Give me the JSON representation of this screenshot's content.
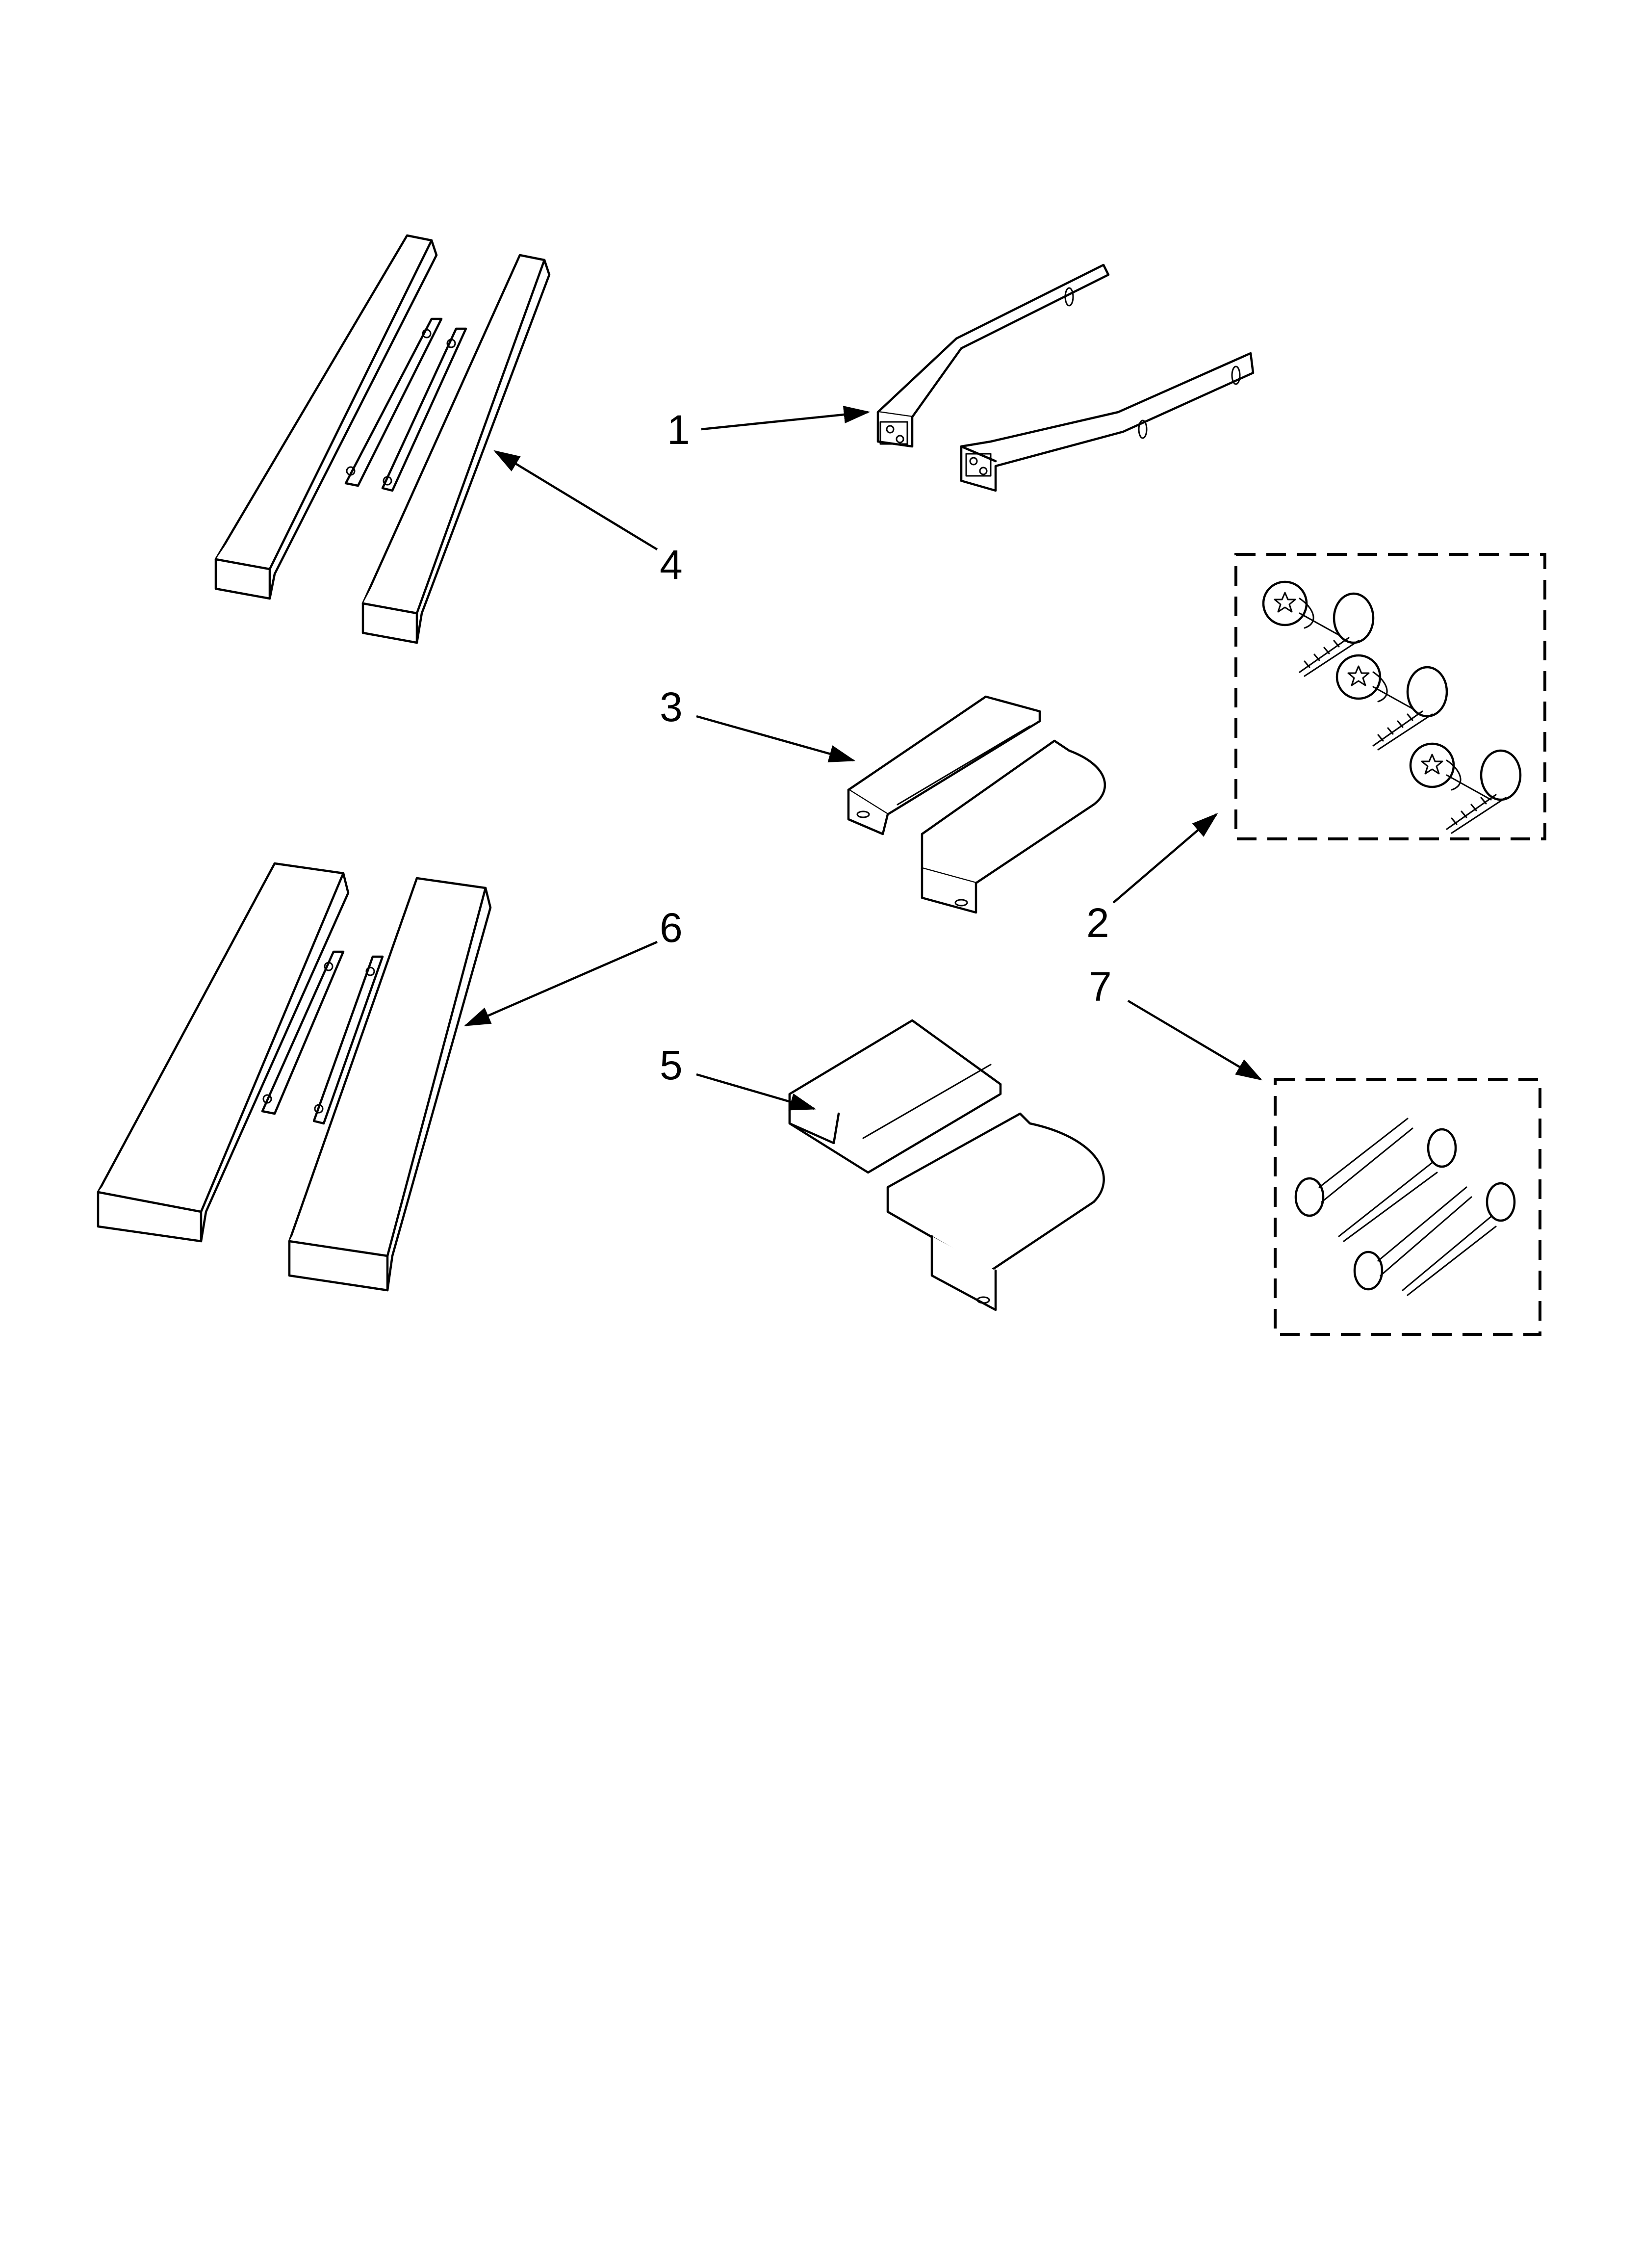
{
  "callouts": [
    {
      "id": "1",
      "label": "1"
    },
    {
      "id": "2",
      "label": "2"
    },
    {
      "id": "3",
      "label": "3"
    },
    {
      "id": "4",
      "label": "4"
    },
    {
      "id": "5",
      "label": "5"
    },
    {
      "id": "6",
      "label": "6"
    },
    {
      "id": "7",
      "label": "7"
    }
  ],
  "icons": {
    "part_1": "u-mounting-bracket-icon",
    "part_2": "truss-head-screw-group-icon",
    "part_3": "side-trim-bracket-icon",
    "part_4": "side-trim-rail-pair-icon",
    "part_5": "side-trim-bracket-large-icon",
    "part_6": "side-trim-rail-pair-large-icon",
    "part_7": "flat-head-screw-group-icon"
  },
  "colors": {
    "ink": "#000000",
    "paper": "#ffffff"
  }
}
